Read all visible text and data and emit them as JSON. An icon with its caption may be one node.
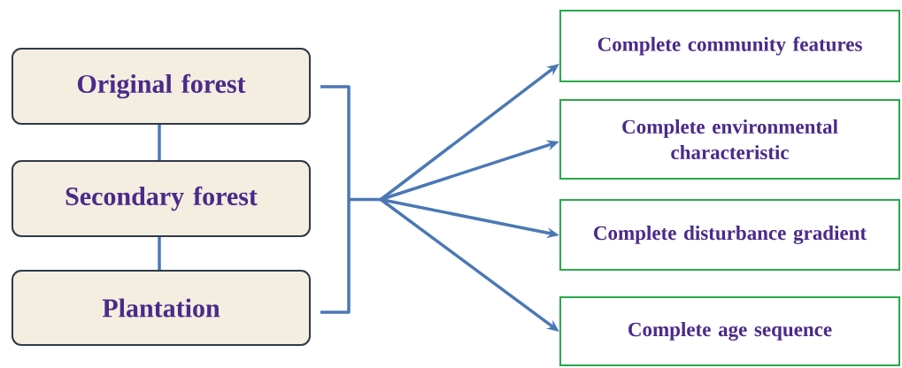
{
  "diagram": {
    "nodes": [
      {
        "text": [
          "Original forest"
        ]
      },
      {
        "text": [
          "Secondary forest"
        ]
      },
      {
        "text": [
          "Plantation"
        ]
      },
      {
        "text": [],
        "shape": "bracket"
      },
      {
        "text": [
          "Complete community features"
        ]
      },
      {
        "text": [
          "Complete environmental characteristic"
        ]
      },
      {
        "text": [
          "Complete disturbance gradient"
        ]
      },
      {
        "text": [
          "Complete age sequence"
        ]
      }
    ],
    "edges": [
      {
        "from": 0,
        "to": 1,
        "arrow": "none"
      },
      {
        "from": 1,
        "to": 2,
        "arrow": "none"
      },
      {
        "from": 3,
        "to": 4,
        "arrow": "to"
      },
      {
        "from": 3,
        "to": 5,
        "arrow": "to"
      },
      {
        "from": 3,
        "to": 6,
        "arrow": "to"
      },
      {
        "from": 3,
        "to": 7,
        "arrow": "to"
      }
    ]
  }
}
